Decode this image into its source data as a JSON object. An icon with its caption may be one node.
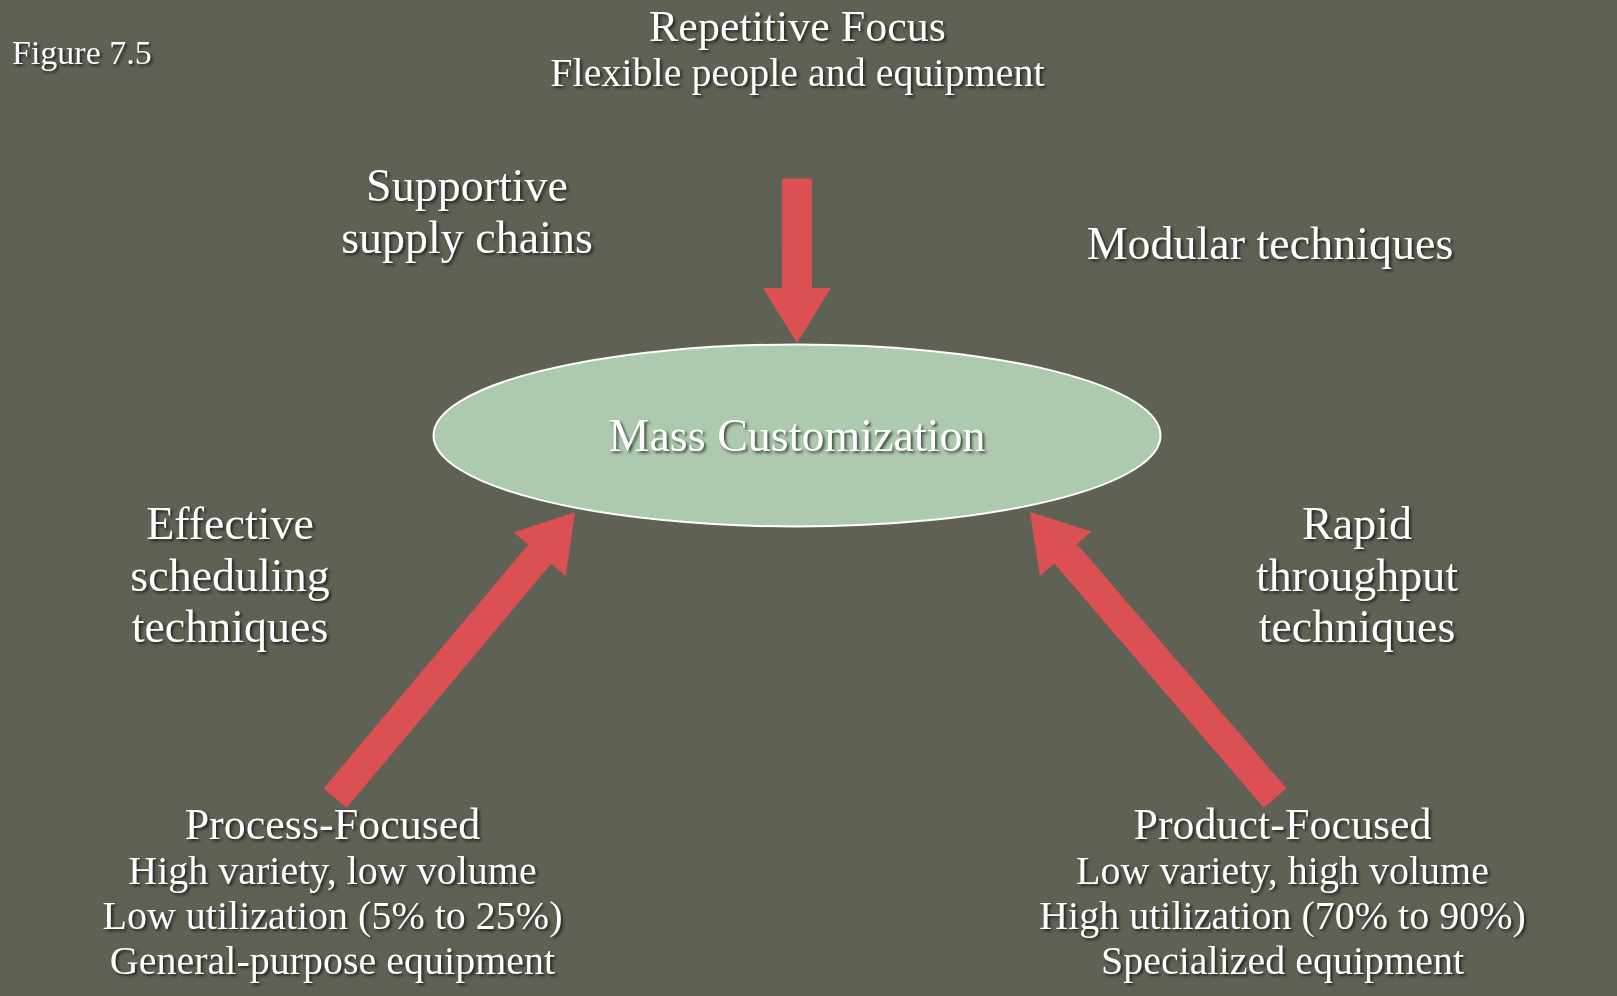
{
  "diagram": {
    "nodes": [
      {
        "text": [
          "Repetitive Focus",
          "Flexible people and equipment"
        ]
      },
      {
        "text": [
          "Mass Customization"
        ]
      },
      {
        "text": [
          "Process-Focused",
          "High variety, low volume",
          "Low utilization (5% to 25%)",
          "General-purpose equipment"
        ]
      },
      {
        "text": [
          "Product-Focused",
          "Low variety, high volume",
          "High utilization (70% to 90%)",
          "Specialized equipment"
        ]
      }
    ],
    "edges": [
      {
        "from": 0,
        "to": 1,
        "arrow": "to",
        "style": "thick"
      },
      {
        "from": 2,
        "to": 1,
        "arrow": "to",
        "style": "thick"
      },
      {
        "from": 3,
        "to": 1,
        "arrow": "to",
        "style": "thick"
      }
    ],
    "labels": [
      "Figure 7.5",
      "Supportive supply chains",
      "Modular techniques",
      "Effective scheduling techniques",
      "Rapid throughput techniques"
    ]
  }
}
